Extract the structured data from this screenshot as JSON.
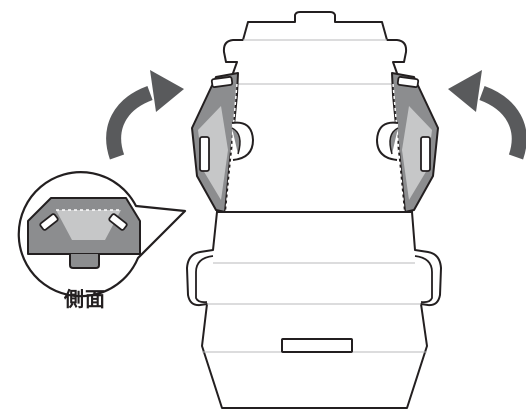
{
  "callout": {
    "label": "側面"
  },
  "colors": {
    "outline": "#231f20",
    "panel_gray": "#8c8d8f",
    "panel_light": "#c6c7c8",
    "arrow_gray": "#595a5c",
    "fold_line": "#b9babb",
    "background": "#ffffff"
  },
  "icons": {
    "left_arrow": "curved-fold-arrow",
    "right_arrow": "curved-fold-arrow",
    "callout": "magnified-side-flap-callout"
  }
}
